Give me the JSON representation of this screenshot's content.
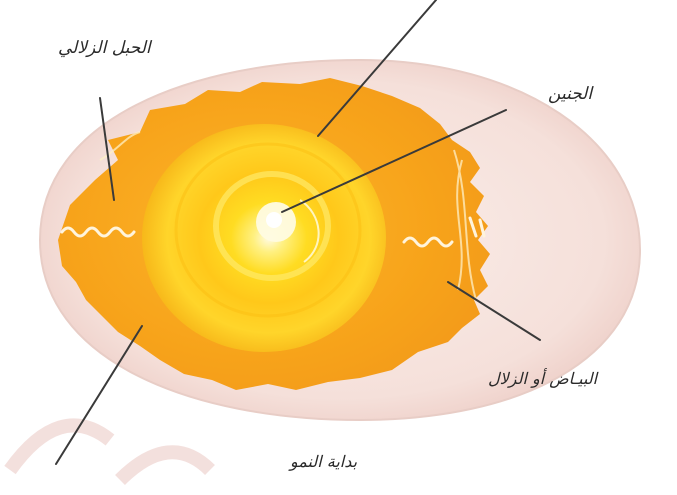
{
  "labels": {
    "chalazae": "الحبل الزلالي",
    "embryo": "الجنين",
    "albumen": "البيـاض أو الزلال"
  },
  "caption": "بداية النمو",
  "colors": {
    "shell": "#f6e4df",
    "albumen": "#f7a51c",
    "yolk": "#ffcf1a",
    "yolk_center": "#fff6c8",
    "leader_line": "#3a3a3a",
    "watermark": "#e9c6c3"
  }
}
